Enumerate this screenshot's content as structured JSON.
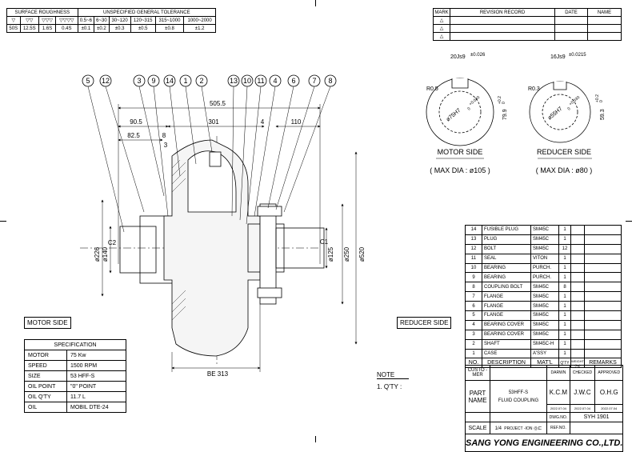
{
  "surface_roughness": {
    "title": "SURFACE ROUGHNESS",
    "symbols": [
      "▽",
      "▽▽",
      "▽▽▽",
      "▽▽▽▽"
    ],
    "values": [
      "50S",
      "12.5S",
      "1.6S",
      "0.4S"
    ]
  },
  "tolerance": {
    "title": "UNSPECIFIED GENERAL TOLERANCE",
    "ranges": [
      "0.5~6",
      "6~30",
      "30~120",
      "120~315",
      "315~1000",
      "1000~2000"
    ],
    "values": [
      "±0.1",
      "±0.2",
      "±0.3",
      "±0.5",
      "±0.8",
      "±1.2"
    ]
  },
  "revision": {
    "headers": [
      "MARK",
      "REVISION RECORD",
      "DATE",
      "NAME"
    ],
    "marks": [
      "△",
      "△",
      "△"
    ]
  },
  "motor_side_section": {
    "keyway": "20Js9",
    "keyway_tol": "±0.026",
    "radius": "R0.5",
    "bore": "ø75H7",
    "bore_tol_upper": "+0.030",
    "bore_tol_lower": "0",
    "depth": "79.9",
    "depth_tol_upper": "+0.2",
    "depth_tol_lower": "0",
    "title": "MOTOR SIDE",
    "max_dia": "( MAX DIA : ø105 )"
  },
  "reducer_side_section": {
    "keyway": "16Js9",
    "keyway_tol": "±0.0215",
    "radius": "R0.3",
    "bore": "ø55H7",
    "bore_tol_upper": "+0.030",
    "bore_tol_lower": "0",
    "depth": "59.3",
    "depth_tol_upper": "+0.2",
    "depth_tol_lower": "0",
    "title": "REDUCER SIDE",
    "max_dia": "( MAX DIA : ø80 )"
  },
  "balloons": [
    "5",
    "12",
    "3",
    "9",
    "14",
    "1",
    "2",
    "13",
    "10",
    "11",
    "4",
    "6",
    "7",
    "8"
  ],
  "dimensions": {
    "overall": "505.5",
    "d90_5": "90.5",
    "d301": "301",
    "d4": "4",
    "d110": "110",
    "d82_5": "82.5",
    "d8": "8",
    "d3": "3",
    "dia226": "ø226",
    "dia140": "ø140",
    "c2": "C2",
    "c1": "C1",
    "dia125": "ø125",
    "dia250": "ø250",
    "dia520": "ø520",
    "be": "BE 313"
  },
  "labels": {
    "motor_side": "MOTOR SIDE",
    "reducer_side": "REDUCER SIDE"
  },
  "specification": {
    "title": "SPECIFICATION",
    "rows": [
      {
        "key": "MOTOR",
        "value": "75 Kw"
      },
      {
        "key": "SPEED",
        "value": "1500 RPM"
      },
      {
        "key": "SIZE",
        "value": "53 HFF-S"
      },
      {
        "key": "OIL POINT",
        "value": "\"0\" POINT"
      },
      {
        "key": "OIL Q'TY",
        "value": "11.7 L"
      },
      {
        "key": "OIL",
        "value": "MOBIL DTE-24"
      }
    ]
  },
  "note": {
    "title": "NOTE",
    "items": [
      "1. Q'TY :"
    ]
  },
  "bom": {
    "rows": [
      {
        "no": "14",
        "desc": "FUSIBLE PLUG",
        "mat": "SM45C",
        "qty": "1"
      },
      {
        "no": "13",
        "desc": "PLUG",
        "mat": "SM45C",
        "qty": "1"
      },
      {
        "no": "12",
        "desc": "BOLT",
        "mat": "SM45C",
        "qty": "12"
      },
      {
        "no": "11",
        "desc": "SEAL",
        "mat": "VITON",
        "qty": "1"
      },
      {
        "no": "10",
        "desc": "BEARING",
        "mat": "PURCH.",
        "qty": "1"
      },
      {
        "no": "9",
        "desc": "BEARING",
        "mat": "PURCH.",
        "qty": "1"
      },
      {
        "no": "8",
        "desc": "COUPLING BOLT",
        "mat": "SM45C",
        "qty": "8"
      },
      {
        "no": "7",
        "desc": "FLANGE",
        "mat": "SM45C",
        "qty": "1"
      },
      {
        "no": "6",
        "desc": "FLANGE",
        "mat": "SM45C",
        "qty": "1"
      },
      {
        "no": "5",
        "desc": "FLANGE",
        "mat": "SM45C",
        "qty": "1"
      },
      {
        "no": "4",
        "desc": "BEARING COVER",
        "mat": "SM45C",
        "qty": "1"
      },
      {
        "no": "3",
        "desc": "BEARING COVER",
        "mat": "SM45C",
        "qty": "1"
      },
      {
        "no": "2",
        "desc": "SHAFT",
        "mat": "SM45C-H",
        "qty": "1"
      },
      {
        "no": "1",
        "desc": "CASE",
        "mat": "A'SSY",
        "qty": "1"
      }
    ],
    "headers": {
      "no": "NO.",
      "desc": "DESCRIPTION",
      "mat": "MAT'L",
      "qty": "Q'TY",
      "weight": "WEIGHT (kg)",
      "remarks": "REMARKS"
    }
  },
  "title_block": {
    "custo_mer": "CUSTO -MER",
    "drawn": "DARWN",
    "checked": "CHECKED",
    "approved": "APPROVED",
    "drawn_by": "K.C.M",
    "checked_by": "J.W.C",
    "approved_by": "O.H.G",
    "part_name_label": "PART NAME",
    "part_name_1": "53HFF-S",
    "part_name_2": "FLUID COUPLING",
    "date_1": "2022.07.04",
    "date_2": "2022.07.04",
    "date_3": "2022.07.04",
    "dwg_no_label": "DWG.NO.",
    "dwg_no": "SYH 1901",
    "scale_label": "SCALE",
    "scale": "1/4",
    "projection_label": "PROJECT -ION",
    "ref_no_label": "REF.NO.",
    "company": "SANG YONG ENGINEERING CO.,LTD."
  }
}
